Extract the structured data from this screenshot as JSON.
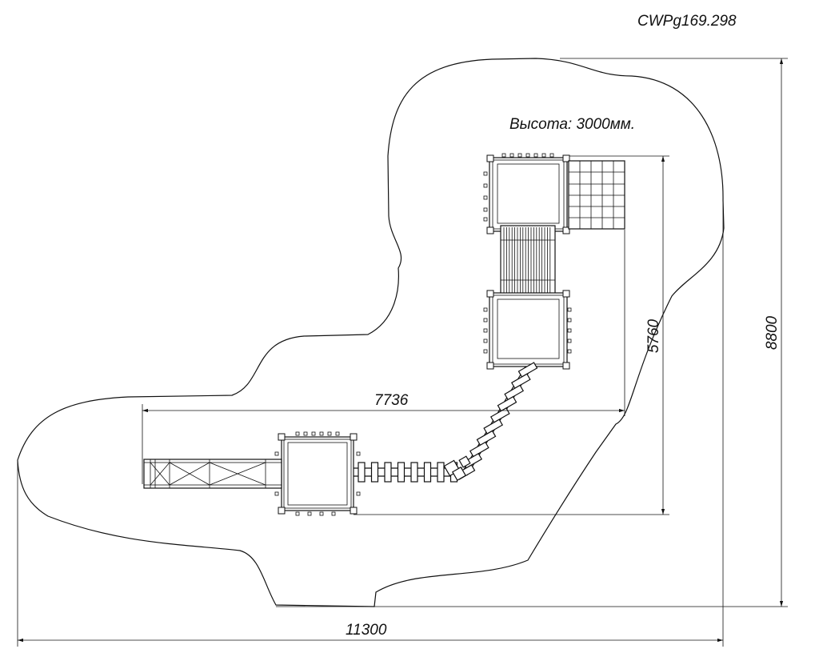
{
  "drawing": {
    "product_code": "CWPg169.298",
    "height_label": "Высота: 3000мм.",
    "dimensions": {
      "overall_width": "11300",
      "overall_depth": "8800",
      "structure_width": "7736",
      "structure_depth": "5760"
    }
  }
}
